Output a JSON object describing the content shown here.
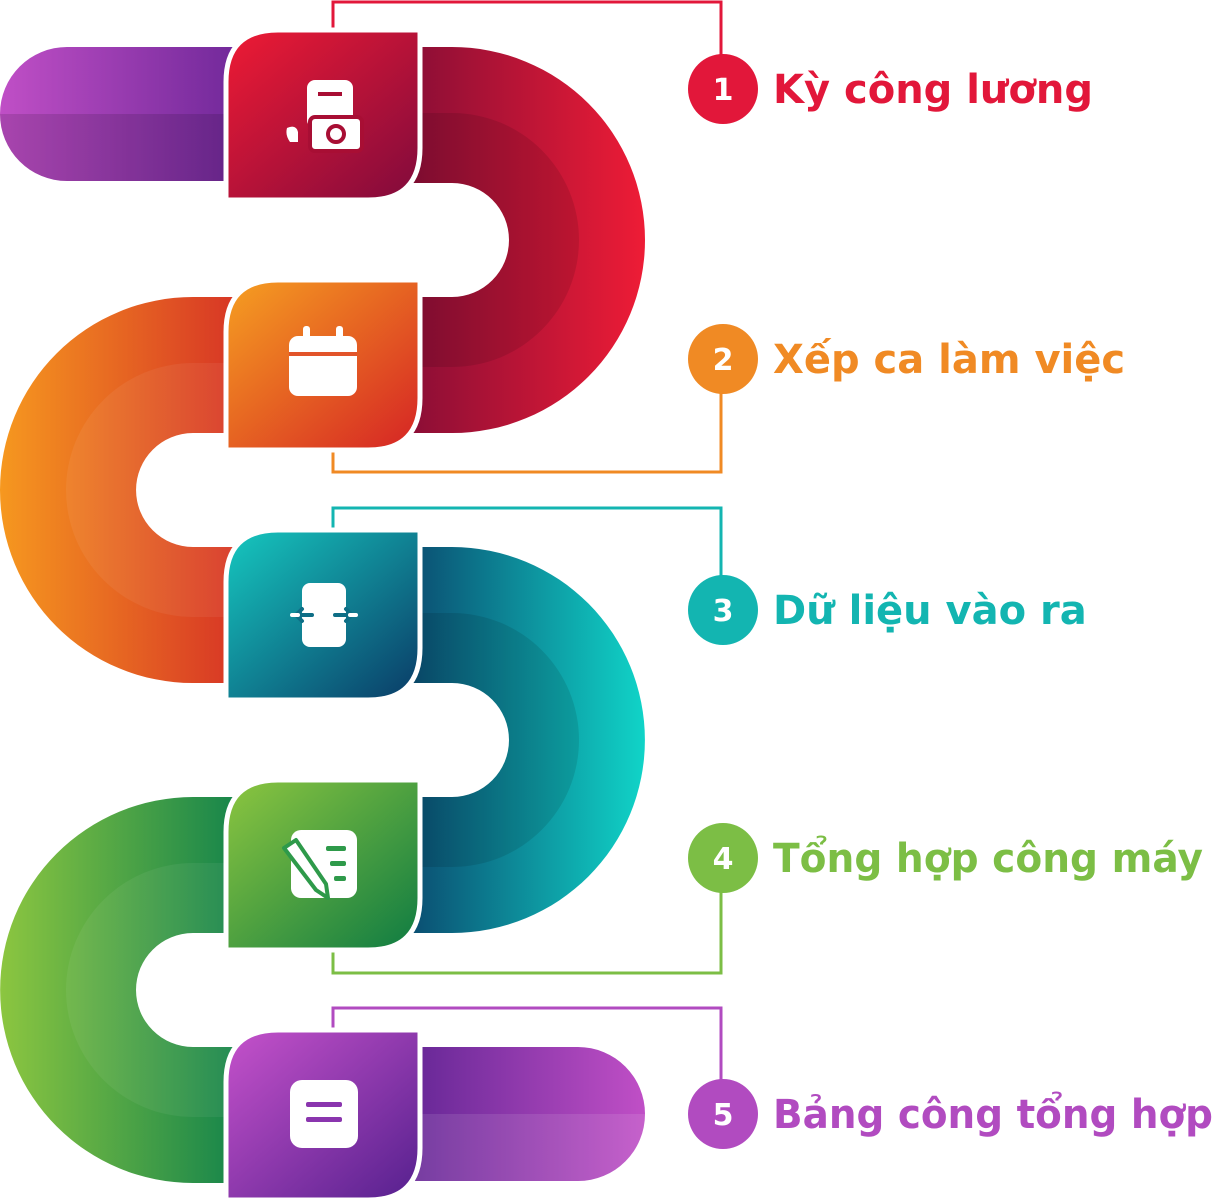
{
  "steps": [
    {
      "number": "1",
      "label": "Kỳ công lương",
      "color": "#E2173A",
      "icon": "payroll-receipt-icon"
    },
    {
      "number": "2",
      "label": "Xếp ca làm việc",
      "color": "#F08A24",
      "icon": "calendar-icon"
    },
    {
      "number": "3",
      "label": "Dữ liệu vào ra",
      "color": "#13B5B1",
      "icon": "phone-in-out-icon"
    },
    {
      "number": "4",
      "label": "Tổng hợp công máy",
      "color": "#7CBE45",
      "icon": "edit-list-icon"
    },
    {
      "number": "5",
      "label": "Bảng công tổng hợp",
      "color": "#B14BC0",
      "icon": "document-lines-icon"
    }
  ]
}
